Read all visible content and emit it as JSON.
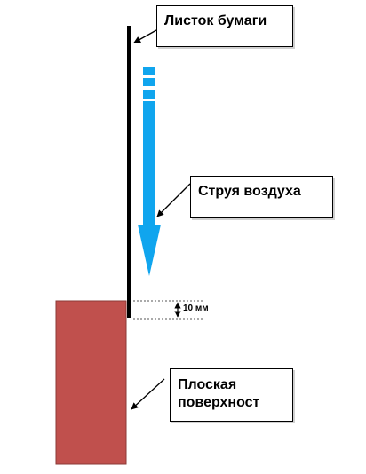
{
  "labels": {
    "paper": "Листок бумаги",
    "air_jet": "Струя воздуха",
    "surface_line1": "Плоская",
    "surface_line2": "поверхност",
    "gap": "10 мм"
  },
  "colors": {
    "paper": "#000000",
    "air_jet": "#10a5ee",
    "surface_fill": "#c0504d",
    "surface_stroke": "#8b3a37",
    "dimension": "#555555"
  },
  "icons": {
    "dimension_arrow": "double-headed-arrow"
  }
}
